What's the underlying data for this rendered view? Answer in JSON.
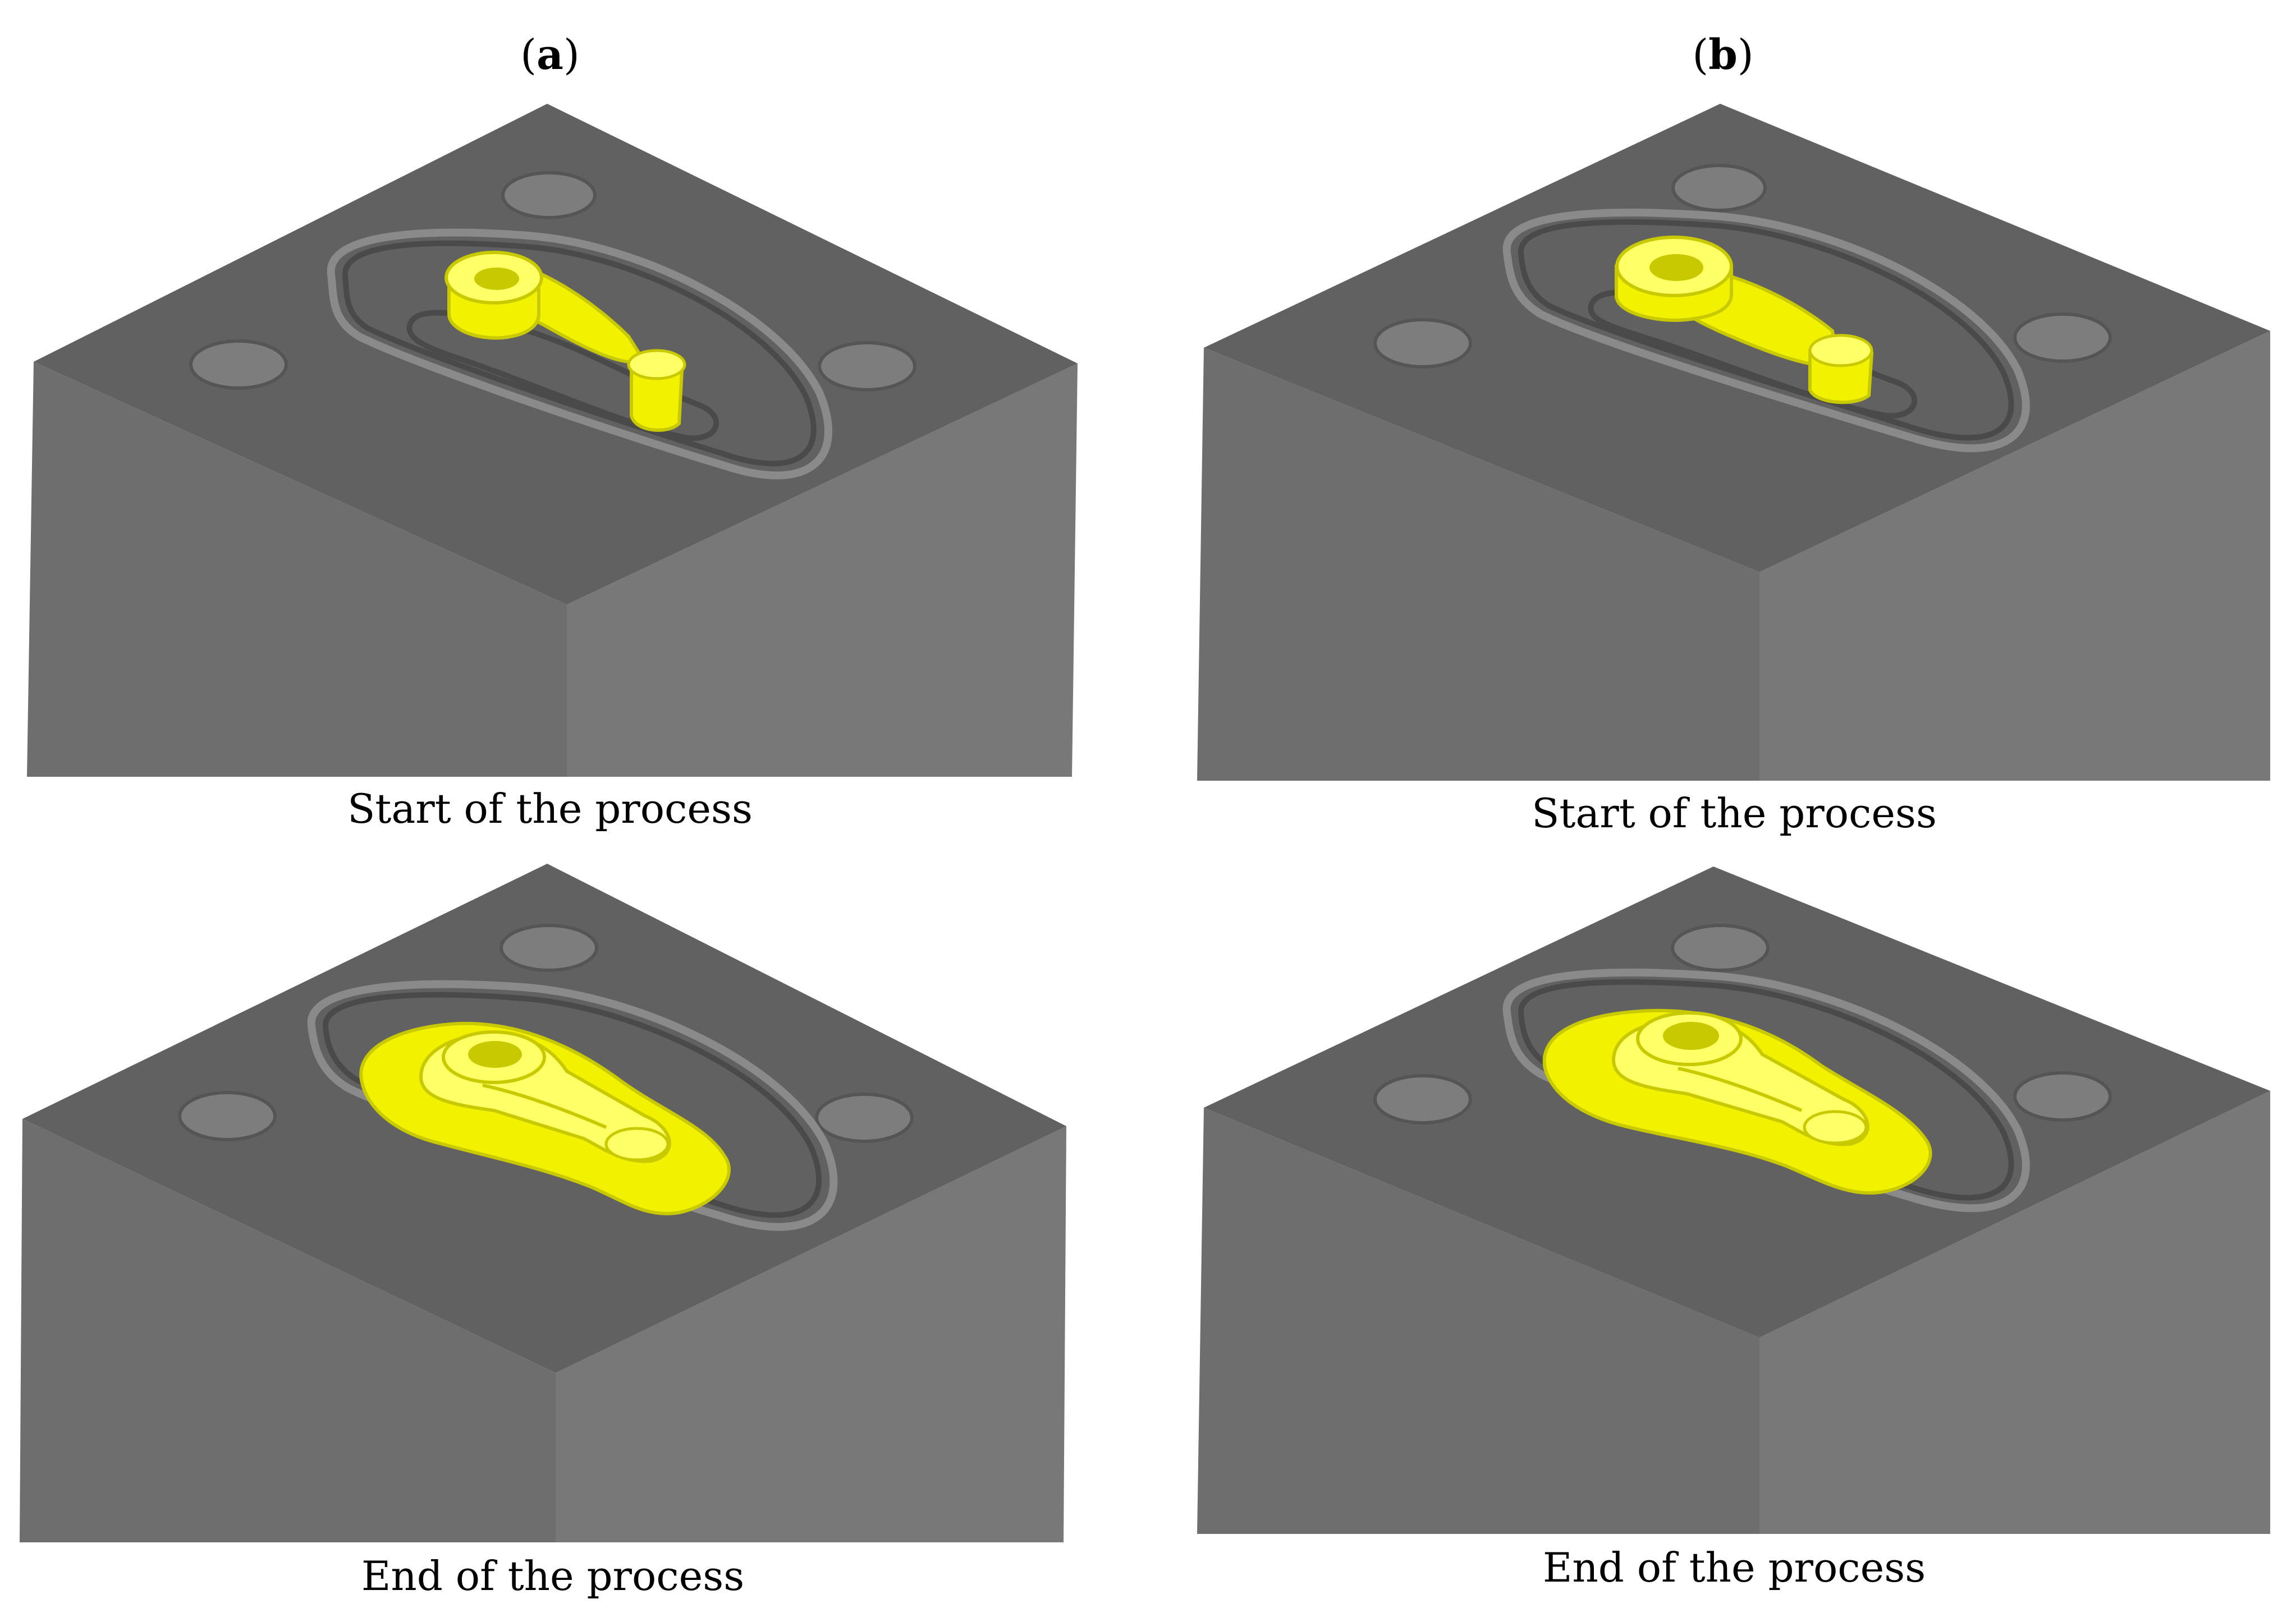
{
  "columns": [
    {
      "label": "a"
    },
    {
      "label": "b"
    }
  ],
  "panels": [
    {
      "column": "a",
      "caption": "Start of the process",
      "stage": "start"
    },
    {
      "column": "b",
      "caption": "Start of the process",
      "stage": "start"
    },
    {
      "column": "a",
      "caption": "End of the process",
      "stage": "end"
    },
    {
      "column": "b",
      "caption": "End of the process",
      "stage": "end"
    }
  ],
  "colors": {
    "top_face": "#616161",
    "left_face": "#6e6e6e",
    "right_face": "#787878",
    "hole": "#7d7d7d",
    "hole_rim": "#555555",
    "groove_light": "#8a8a8a",
    "groove_dark": "#4a4a4a",
    "workpiece": "#f2f200",
    "workpiece_shade": "#c9c900",
    "workpiece_highlight": "#ffff66"
  }
}
